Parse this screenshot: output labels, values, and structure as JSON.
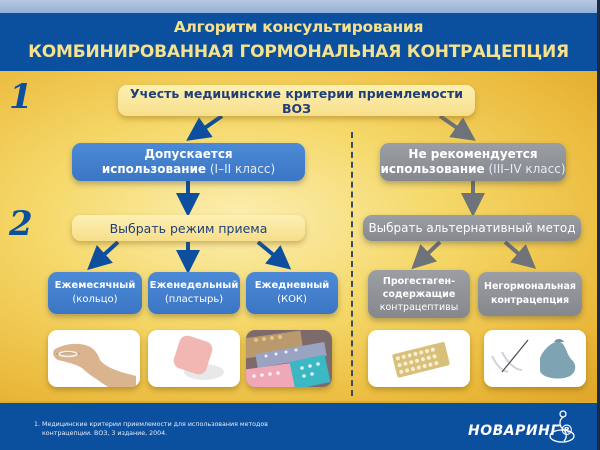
{
  "header": {
    "title_line1": "Алгоритм консультирования",
    "title_line2": "КОМБИНИРОВАННАЯ ГОРМОНАЛЬНАЯ КОНТРАЦЕПЦИЯ"
  },
  "steps": {
    "step1": "1",
    "step2": "2"
  },
  "flow": {
    "root": "Учесть медицинские критерии приемлемости ВОЗ",
    "allowed": {
      "line1": "Допускается",
      "line2_bold": "использование",
      "line2_light": " (I–II класс)"
    },
    "not_recommended": {
      "line1": "Не рекомендуется",
      "line2_bold": "использование",
      "line2_light": " (III–IV класс)"
    },
    "choose_regimen": "Выбрать режим приема",
    "choose_alternative": "Выбрать альтернативный метод",
    "regimens": [
      {
        "line1": "Ежемесячный",
        "line2": "(кольцо)",
        "image": "vaginal-ring-hand"
      },
      {
        "line1": "Еженедельный",
        "line2": "(пластырь)",
        "image": "contraceptive-patch"
      },
      {
        "line1": "Ежедневный",
        "line2": "(КОК)",
        "image": "pill-packs"
      }
    ],
    "alternatives": [
      {
        "line1": "Прогестаген-",
        "line2": "содержащие",
        "line3": "контрацептивы",
        "image": "pill-blister"
      },
      {
        "line1": "Негормональная",
        "line2": "контрацепция",
        "image": "iud-and-condom"
      }
    ]
  },
  "footer": {
    "footnote_line1": "1. Медицинские критерии приемлемости для использования методов",
    "footnote_line2": "контрацепции. ВОЗ, 3 издание, 2004.",
    "logo": "НОВАРИНГ®"
  },
  "colors": {
    "header_blue": "#0b4f9f",
    "title_yellow": "#f6e28c",
    "box_blue": "#3e7fcd",
    "box_grey": "#8f9297",
    "box_cream": "#fae39a",
    "background_gold": "#f0c850"
  }
}
